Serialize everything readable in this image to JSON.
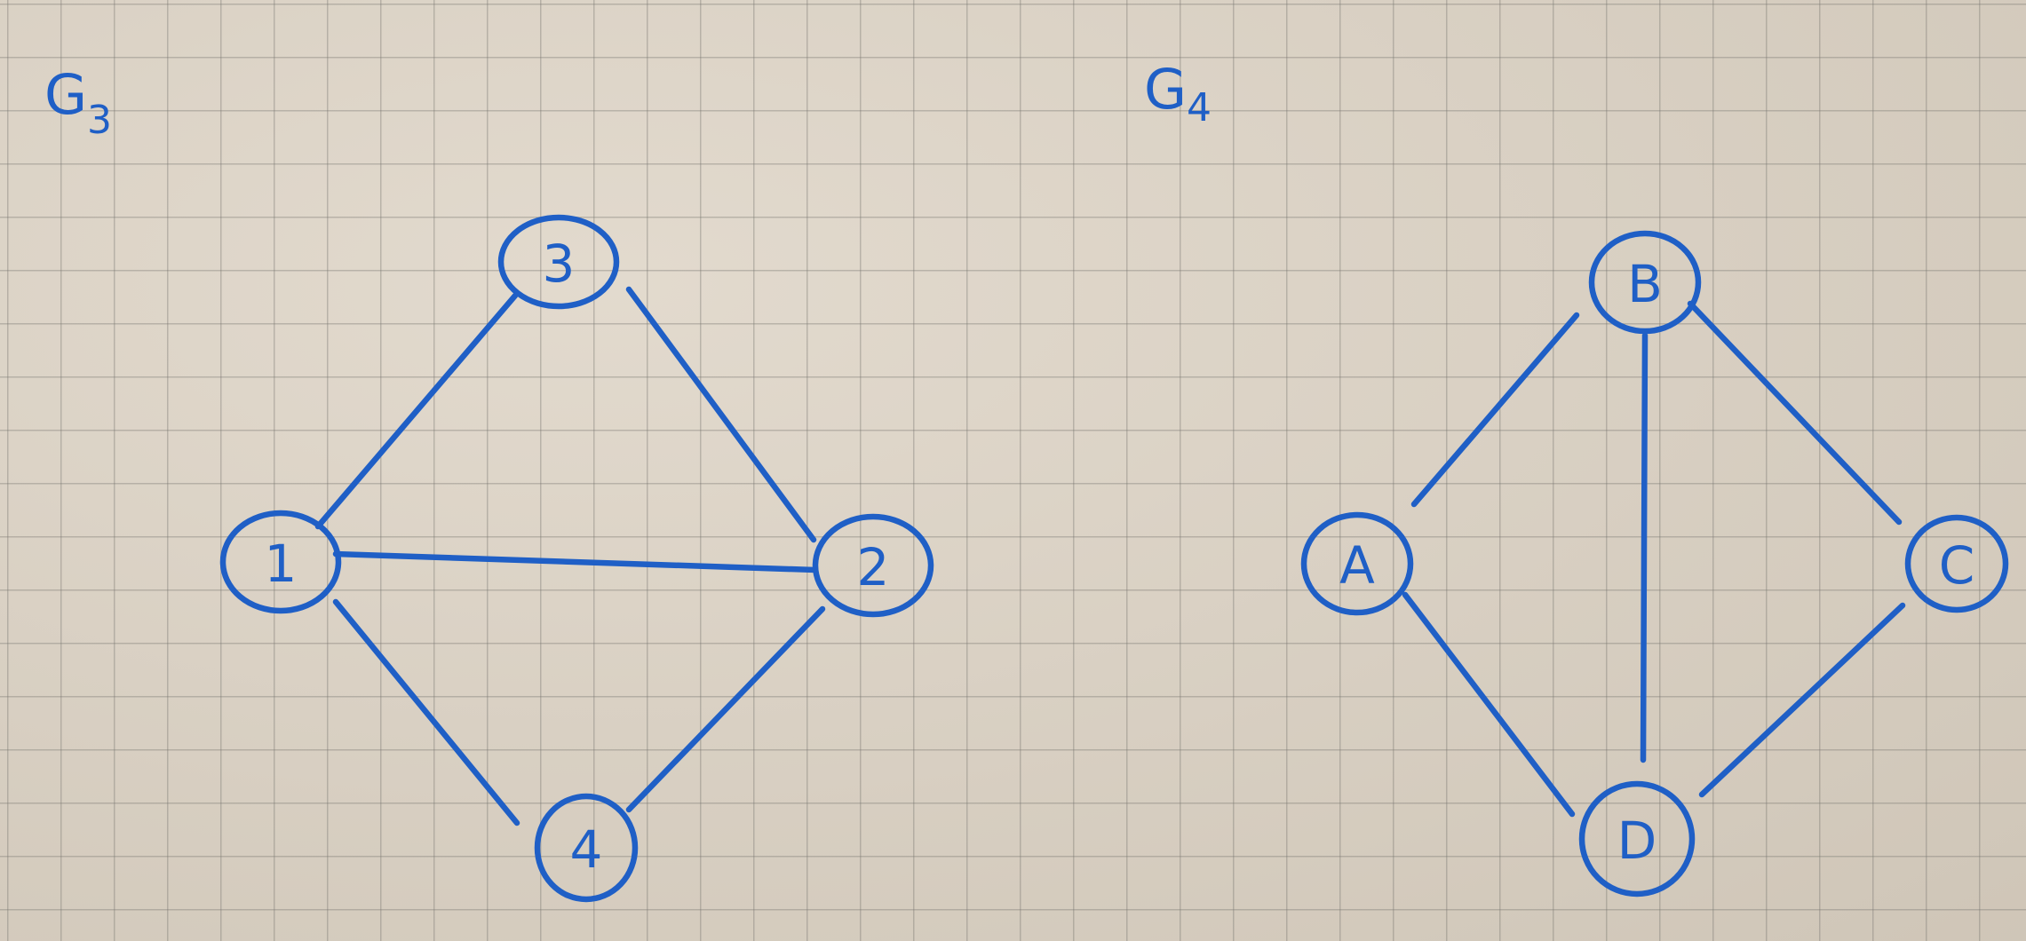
{
  "graphs": [
    {
      "id": "g3",
      "title_letter": "G",
      "title_sub": "3",
      "nodes": [
        {
          "id": "3",
          "label": "3"
        },
        {
          "id": "1",
          "label": "1"
        },
        {
          "id": "2",
          "label": "2"
        },
        {
          "id": "4",
          "label": "4"
        }
      ],
      "edges": [
        [
          "1",
          "3"
        ],
        [
          "3",
          "2"
        ],
        [
          "1",
          "2"
        ],
        [
          "1",
          "4"
        ],
        [
          "2",
          "4"
        ]
      ]
    },
    {
      "id": "g4",
      "title_letter": "G",
      "title_sub": "4",
      "nodes": [
        {
          "id": "B",
          "label": "B"
        },
        {
          "id": "A",
          "label": "A"
        },
        {
          "id": "C",
          "label": "C"
        },
        {
          "id": "D",
          "label": "D"
        }
      ],
      "edges": [
        [
          "A",
          "B"
        ],
        [
          "B",
          "C"
        ],
        [
          "B",
          "D"
        ],
        [
          "A",
          "D"
        ],
        [
          "C",
          "D"
        ]
      ]
    }
  ],
  "colors": {
    "ink": "#1f5fc6",
    "paper": "#dcd2c3"
  }
}
